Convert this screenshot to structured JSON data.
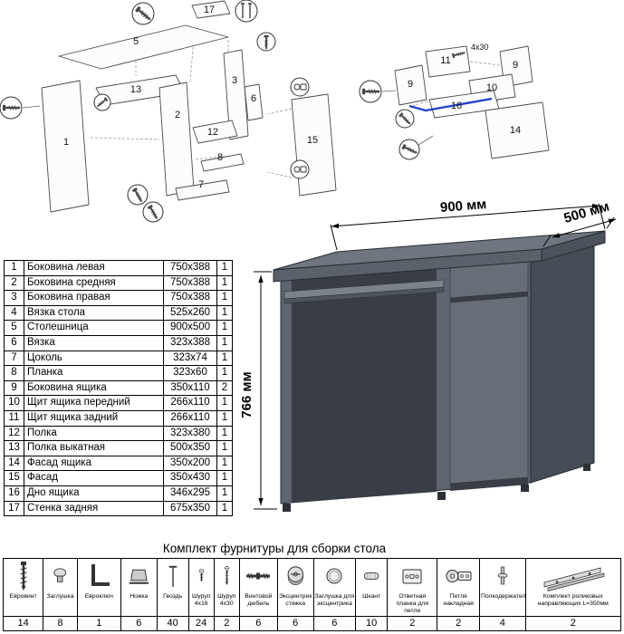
{
  "desk": {
    "dims": {
      "w": "900 мм",
      "d": "500 мм",
      "h": "766 мм"
    },
    "colors": {
      "top": "#6F7680",
      "front": "#5E6570",
      "side": "#474D56",
      "facade": "#676E78",
      "interior": "#393E46",
      "accent_blue": "#2244CC"
    }
  },
  "diagrams": {
    "left": {
      "labels": {
        "p1": "1",
        "p2": "2",
        "p3": "3",
        "p5": "5",
        "p6": "6",
        "p7": "7",
        "p8": "8",
        "p12": "12",
        "p13": "13",
        "p15": "15",
        "p17": "17"
      }
    },
    "right": {
      "labels": {
        "p9a": "9",
        "p9b": "9",
        "p10": "10",
        "p11": "11",
        "p14": "14",
        "p16": "16"
      },
      "note": "4x30"
    }
  },
  "parts": {
    "rows": [
      {
        "num": "1",
        "name": "Боковина левая",
        "size": "750x388",
        "qty": "1"
      },
      {
        "num": "2",
        "name": "Боковина средняя",
        "size": "750x388",
        "qty": "1"
      },
      {
        "num": "3",
        "name": "Боковина правая",
        "size": "750x388",
        "qty": "1"
      },
      {
        "num": "4",
        "name": "Вязка стола",
        "size": "525x260",
        "qty": "1"
      },
      {
        "num": "5",
        "name": "Столешница",
        "size": "900x500",
        "qty": "1"
      },
      {
        "num": "6",
        "name": "Вязка",
        "size": "323x388",
        "qty": "1"
      },
      {
        "num": "7",
        "name": "Цоколь",
        "size": "323x74",
        "qty": "1"
      },
      {
        "num": "8",
        "name": "Планка",
        "size": "323x60",
        "qty": "1"
      },
      {
        "num": "9",
        "name": "Боковина ящика",
        "size": "350x110",
        "qty": "2"
      },
      {
        "num": "10",
        "name": "Щит ящика передний",
        "size": "266x110",
        "qty": "1"
      },
      {
        "num": "11",
        "name": "Щит ящика задний",
        "size": "266x110",
        "qty": "1"
      },
      {
        "num": "12",
        "name": "Полка",
        "size": "323x380",
        "qty": "1"
      },
      {
        "num": "13",
        "name": "Полка выкатная",
        "size": "500x350",
        "qty": "1"
      },
      {
        "num": "14",
        "name": "Фасад ящика",
        "size": "350x200",
        "qty": "1"
      },
      {
        "num": "15",
        "name": "Фасад",
        "size": "350x430",
        "qty": "1"
      },
      {
        "num": "16",
        "name": "Дно ящика",
        "size": "346x295",
        "qty": "1"
      },
      {
        "num": "17",
        "name": "Стенка задняя",
        "size": "675x350",
        "qty": "1"
      }
    ]
  },
  "hardware": {
    "title": "Комплект фурнитуры для сборки стола",
    "items": [
      {
        "label": "Евровинт",
        "qty": "14",
        "icon": "confirmat-screw"
      },
      {
        "label": "Заглушка",
        "qty": "8",
        "icon": "cap-plug"
      },
      {
        "label": "Евроключ",
        "qty": "1",
        "icon": "hex-key"
      },
      {
        "label": "Ножка",
        "qty": "6",
        "icon": "furniture-leg"
      },
      {
        "label": "Гвоздь",
        "qty": "40",
        "icon": "nail"
      },
      {
        "label": "Шуруп 4x16",
        "qty": "24",
        "icon": "screw-4x16"
      },
      {
        "label": "Шуруп 4x30",
        "qty": "2",
        "icon": "screw-4x30"
      },
      {
        "label": "Винтовой дюбель",
        "qty": "6",
        "icon": "threaded-dowel"
      },
      {
        "label": "Эксцентрик стяжка",
        "qty": "6",
        "icon": "cam-lock"
      },
      {
        "label": "Заглушка для эксцентрика",
        "qty": "6",
        "icon": "cam-cap"
      },
      {
        "label": "Шкант",
        "qty": "10",
        "icon": "wood-dowel"
      },
      {
        "label": "Ответная планка для петли",
        "qty": "2",
        "icon": "hinge-plate"
      },
      {
        "label": "Петля накладная",
        "qty": "2",
        "icon": "overlay-hinge"
      },
      {
        "label": "Полкодержатель",
        "qty": "4",
        "icon": "shelf-support"
      },
      {
        "label": "Комплект роликовых направляющих L=350мм",
        "qty": "2",
        "icon": "roller-slides"
      }
    ]
  }
}
